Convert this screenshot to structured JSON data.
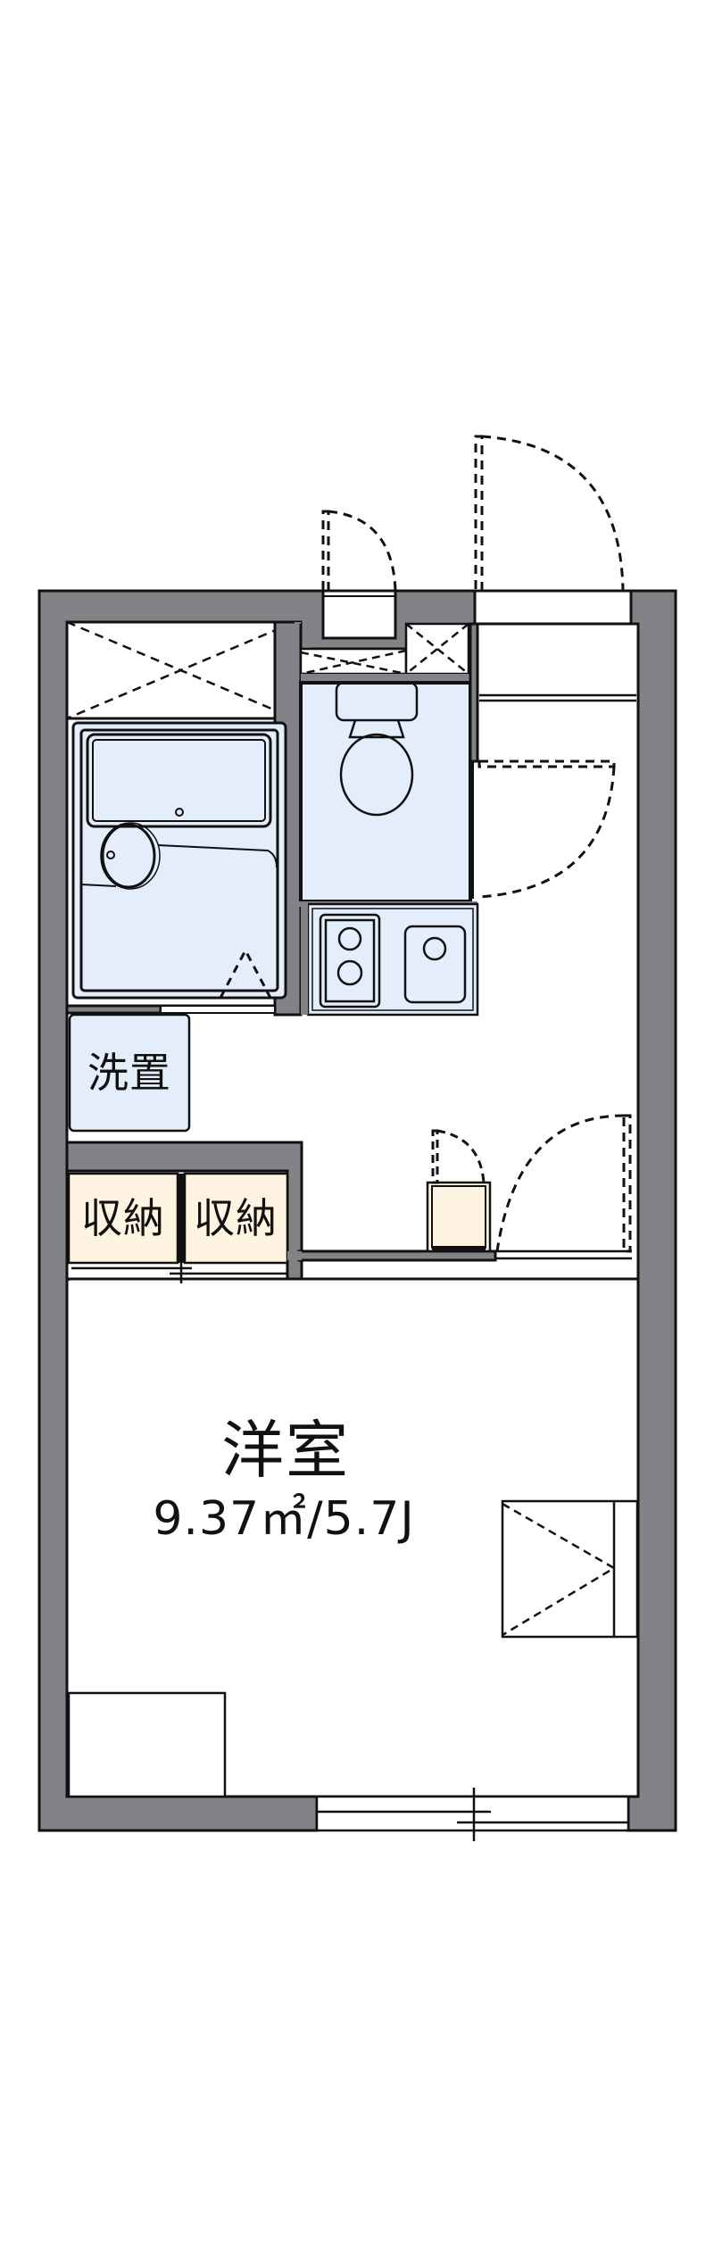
{
  "floor_plan": {
    "type": "1K apartment floor plan",
    "colors": {
      "wall": "#838387",
      "wet_area": "#E4EEFB",
      "storage": "#FFF4E1",
      "line": "#111111",
      "background": "#FFFFFF"
    },
    "rooms": {
      "western_room": {
        "name": "洋室",
        "area": "9.37㎡/5.7J"
      },
      "washer_space": {
        "name": "洗置"
      },
      "storage_1": {
        "name": "収納"
      },
      "storage_2": {
        "name": "収納"
      }
    },
    "fixtures": [
      "unit-bath",
      "toilet",
      "kitchen-stove-2-burner",
      "kitchen-sink",
      "shoe-box",
      "air-conditioner",
      "entrance-door",
      "pipe-space-door",
      "room-door",
      "balcony-sliding-window",
      "closet-sliding-doors"
    ]
  }
}
